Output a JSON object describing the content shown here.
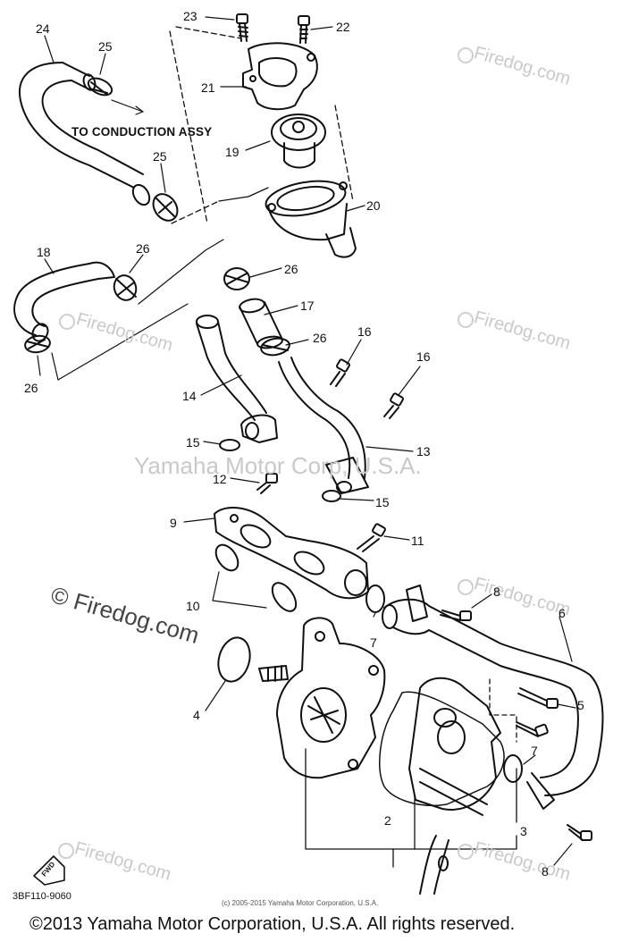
{
  "callouts": [
    "24",
    "25",
    "23",
    "22",
    "21",
    "19",
    "20",
    "25",
    "18",
    "26",
    "26",
    "26",
    "17",
    "26",
    "16",
    "16",
    "14",
    "15",
    "13",
    "12",
    "15",
    "9",
    "11",
    "10",
    "7",
    "8",
    "6",
    "4",
    "5",
    "7",
    "2",
    "3",
    "8"
  ],
  "note": "TO CONDUCTION ASSY",
  "diagram_code": "3BF110-9060",
  "fwd_label": "FWD",
  "watermark_main": "Yamaha Motor Corp, U.S.A.",
  "watermark_firedog": "Firedog.com",
  "watermark_firedog_big": "© Firedog.com",
  "fine_print": "(c) 2005-2015 Yamaha Motor Corporation, U.S.A.",
  "copyright": "©2013 Yamaha Motor Corporation, U.S.A. All rights reserved."
}
